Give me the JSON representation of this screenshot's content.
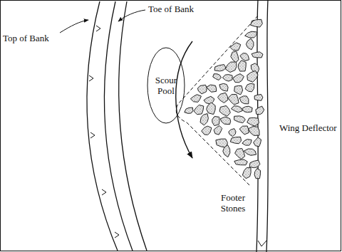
{
  "diagram": {
    "nodes": [
      {
        "text": [
          "Scour Pool"
        ]
      }
    ],
    "labels": [
      "Top of Bank",
      "Toe of Bank",
      "Wing Deflector",
      "Footer Stones"
    ]
  }
}
